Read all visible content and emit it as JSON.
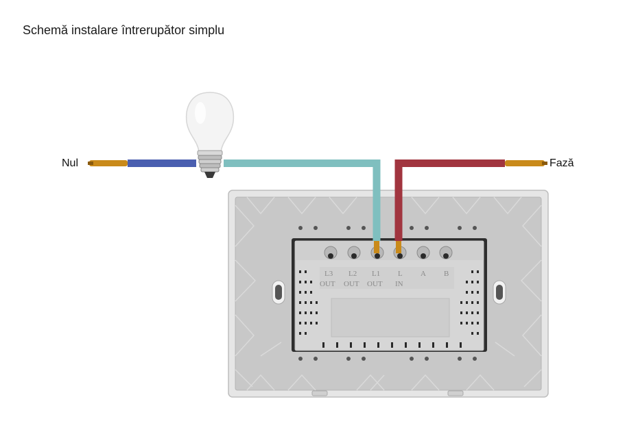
{
  "title": "Schemă instalare întrerupător simplu",
  "labels": {
    "neutral": "Nul",
    "phase": "Fază"
  },
  "terminals": {
    "top": [
      "L3",
      "L2",
      "L1",
      "L",
      "A",
      "B"
    ],
    "bottom": [
      "OUT",
      "OUT",
      "OUT",
      "IN"
    ]
  },
  "colors": {
    "neutral_wire": "#4a5fb0",
    "load_wire": "#7fbfbf",
    "phase_wire": "#a1353f",
    "copper": "#c98a1a",
    "plate": "#d9d9d9",
    "plate_inner": "#c9c9c9",
    "module": "#d4d4d4"
  },
  "icons": [
    "light-bulb-icon",
    "switch-back-plate"
  ]
}
